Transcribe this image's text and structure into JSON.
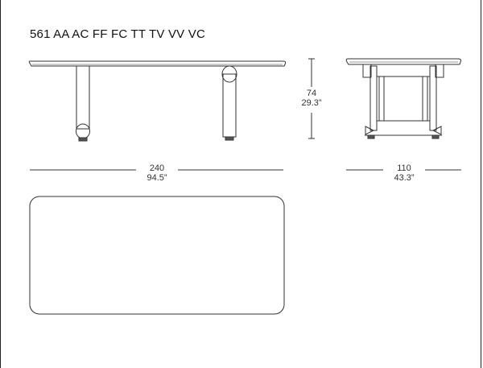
{
  "title": "561 AA AC FF FC TT TV VV VC",
  "dimensions": {
    "height": {
      "cm": "74",
      "in": "29.3”"
    },
    "length": {
      "cm": "240",
      "in": "94.5”"
    },
    "depth": {
      "cm": "110",
      "in": "43.3”"
    }
  },
  "views": [
    "front-elevation",
    "side-elevation",
    "top-plan"
  ],
  "colors": {
    "line": "#333333",
    "background": "#ffffff"
  }
}
